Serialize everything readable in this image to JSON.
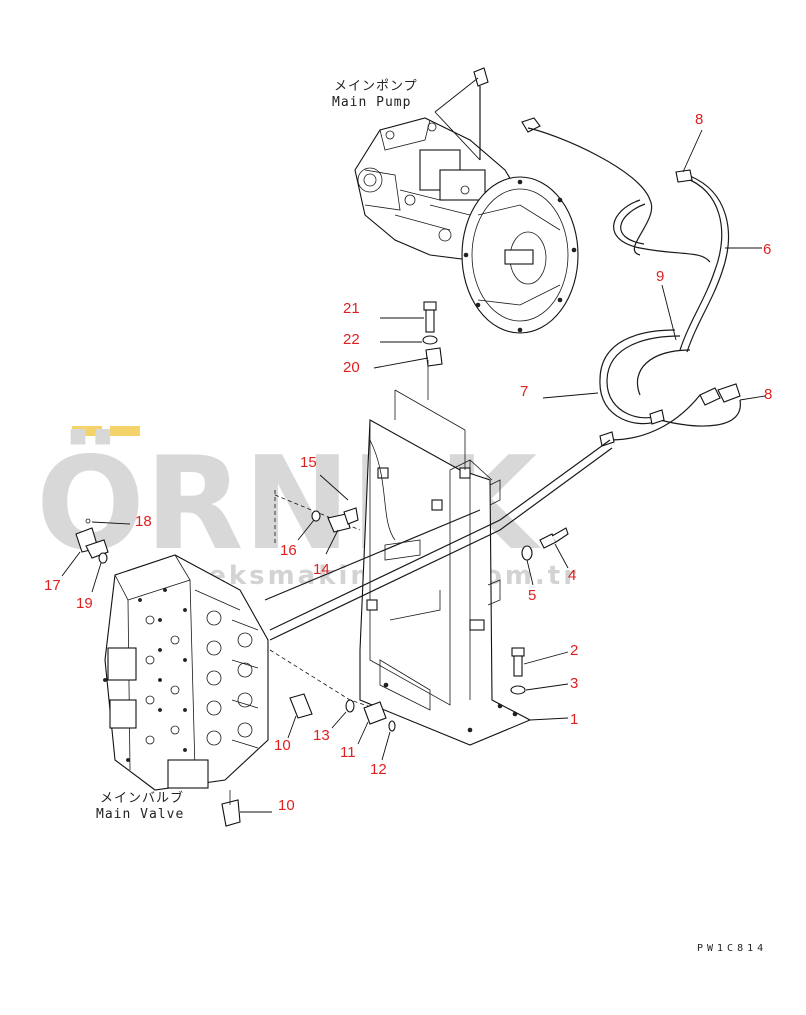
{
  "watermark": {
    "brand": "ÖRNEK",
    "site": "orneksmakinalari.com.tr",
    "accent_color": "#f5d36b"
  },
  "labels": {
    "main_pump_jp": "メインポンプ",
    "main_pump_en": "Main Pump",
    "main_valve_jp": "メインバルブ",
    "main_valve_en": "Main Valve"
  },
  "drawing_code": "PW1C814",
  "callouts": [
    "1",
    "2",
    "3",
    "4",
    "5",
    "6",
    "7",
    "8",
    "8",
    "9",
    "10",
    "10",
    "11",
    "12",
    "13",
    "14",
    "15",
    "16",
    "17",
    "18",
    "19",
    "20",
    "21",
    "22"
  ],
  "colors": {
    "callout": "#e02020",
    "line": "#1a1a1a"
  }
}
